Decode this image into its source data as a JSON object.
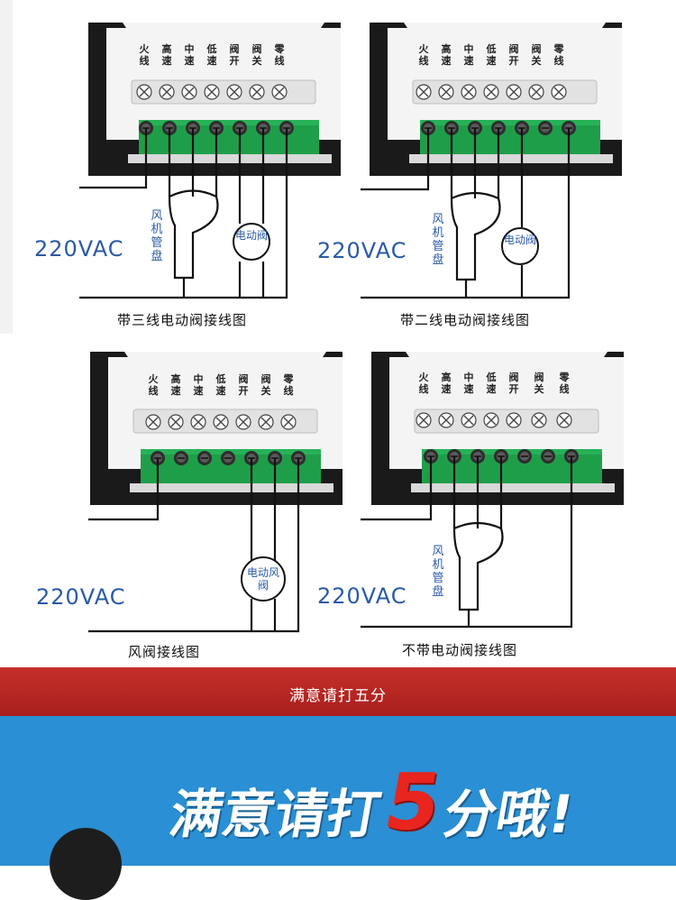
{
  "panels": [
    {
      "caption": "带三线电动阀接线图",
      "vac": "220VAC",
      "fan_label": "风机管盘",
      "valve_label": "电动阀"
    },
    {
      "caption": "带二线电动阀接线图",
      "vac": "220VAC",
      "fan_label": "风机管盘",
      "valve_label": "电动阀"
    },
    {
      "caption": "风阀接线图",
      "vac": "220VAC",
      "valve_label": "电动风阀"
    },
    {
      "caption": "不带电动阀接线图",
      "vac": "220VAC",
      "fan_label": "风机管盘"
    }
  ],
  "terminals": [
    "火线",
    "高速",
    "中速",
    "低速",
    "阀开",
    "阀关",
    "零线"
  ],
  "banner": {
    "text": "满意请打五分"
  },
  "slogan": {
    "part1": "满意请打",
    "number": "5",
    "part2": "分哦!"
  },
  "colors": {
    "wire_text": "#2a5aa8",
    "banner_red": "#b8271f",
    "panel_blue": "#2a8fd4",
    "terminal_green": "#1f9e4a"
  }
}
